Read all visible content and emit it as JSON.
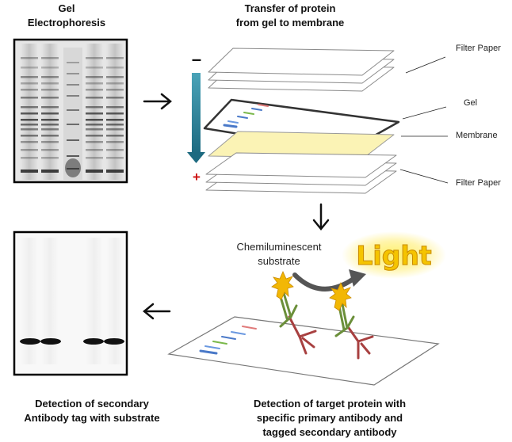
{
  "titles": {
    "gel_line1": "Gel",
    "gel_line2": "Electrophoresis",
    "transfer_line1": "Transfer of protein",
    "transfer_line2": "from gel to membrane"
  },
  "stack_labels": {
    "filter_top": "Filter Paper",
    "gel": "Gel",
    "membrane": "Membrane",
    "filter_bottom": "Filter Paper"
  },
  "field": {
    "minus": "–",
    "plus": "+"
  },
  "substrate": {
    "line1": "Chemiluminescent",
    "line2": "substrate",
    "light": "Light"
  },
  "captions": {
    "left_line1": "Detection of secondary",
    "left_line2": "Antibody tag with substrate",
    "right_line1": "Detection of target protein with",
    "right_line2": "specific primary antibody and",
    "right_line3": "tagged secondary antibody"
  },
  "colors": {
    "field_arrow": "#2a7f95",
    "membrane": "#fbf3b5",
    "plus": "#cc1111",
    "light_glow": "#f5c400",
    "primary_antibody": "#6b8f3a",
    "secondary_antibody": "#a84040",
    "tag_star": "#f2b705"
  }
}
